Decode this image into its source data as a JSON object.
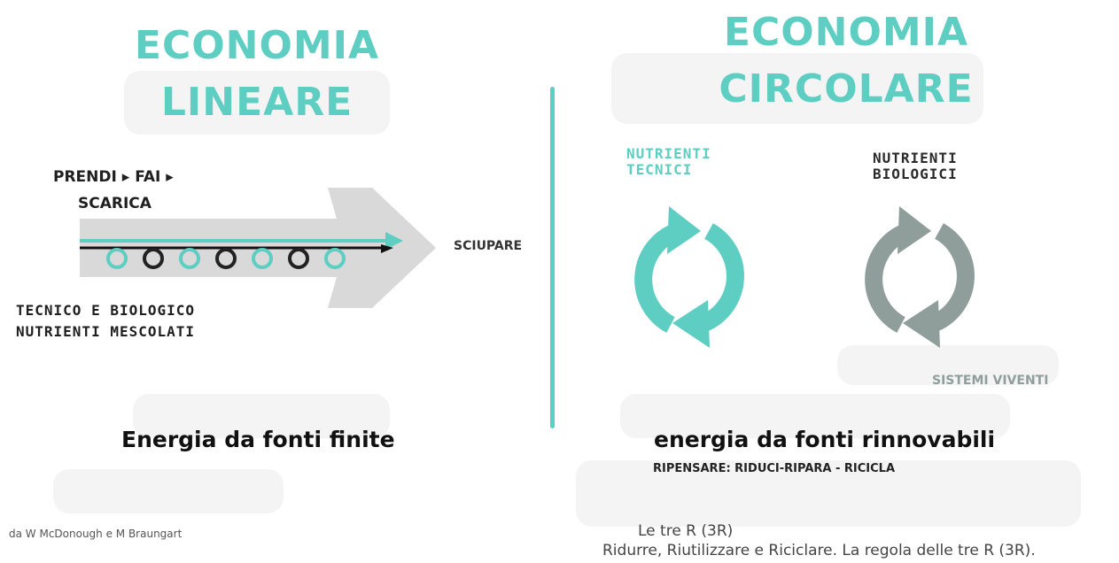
{
  "linear": {
    "title_line1": "ECONOMIA",
    "title_line2": "LINEARE",
    "process_line1": "PRENDI ▸ FAI ▸",
    "process_line2": "SCARICA",
    "waste": "SCIUPARE",
    "mixed_line1": "TECNICO E BIOLOGICO",
    "mixed_line2": "NUTRIENTI MESCOLATI",
    "energy": "Energia da fonti finite"
  },
  "circular": {
    "title_line1": "ECONOMIA",
    "title_line2": "CIRCOLARE",
    "technical_line1": "NUTRIENTI",
    "technical_line2": "TECNICI",
    "biological_line1": "NUTRIENTI",
    "biological_line2": "BIOLOGICI",
    "living_systems": "SISTEMI VIVENTI",
    "energy": "energia da fonti rinnovabili",
    "rethink": "RIPENSARE: RIDUCI-RIPARA - RICICLA"
  },
  "credit": "da W McDonough e M Braungart",
  "three_r_title": "Le tre R (3R)",
  "three_r_text": "Ridurre, Riutilizzare e Riciclare. La regola delle tre R (3R).",
  "colors": {
    "teal": "#5ecdc2",
    "gray": "#8f9e9b",
    "arrow_bg": "#d9d9d9"
  }
}
